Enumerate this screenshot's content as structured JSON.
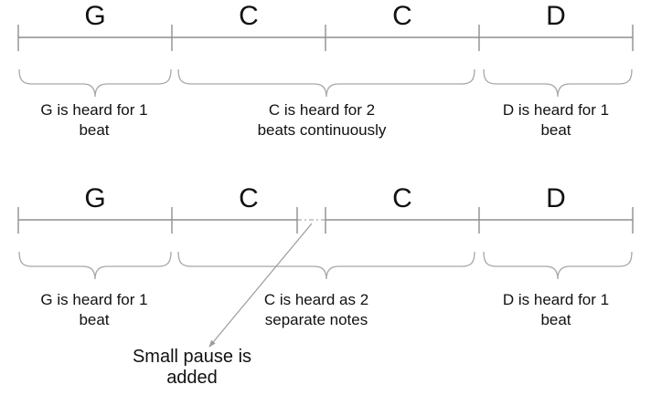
{
  "colors": {
    "background": "#ffffff",
    "text": "#111111",
    "line": "#8f8f8f",
    "brace": "#a6a6a6",
    "dash": "#b8b8b8",
    "arrow": "#9c9c9c"
  },
  "diagram1": {
    "chords": [
      "G",
      "C",
      "C",
      "D"
    ],
    "captions": [
      {
        "line1": "G is heard for 1",
        "line2": "beat"
      },
      {
        "line1": "C is heard for 2",
        "line2": "beats continuously"
      },
      {
        "line1": "D is heard for 1",
        "line2": "beat"
      }
    ]
  },
  "diagram2": {
    "chords": [
      "G",
      "C",
      "C",
      "D"
    ],
    "captions": [
      {
        "line1": "G is heard for 1",
        "line2": "beat"
      },
      {
        "line1": "C is heard as 2",
        "line2": "separate notes"
      },
      {
        "line1": "D is heard for 1",
        "line2": "beat"
      }
    ],
    "annotation": {
      "line1": "Small pause is",
      "line2": "added"
    }
  }
}
